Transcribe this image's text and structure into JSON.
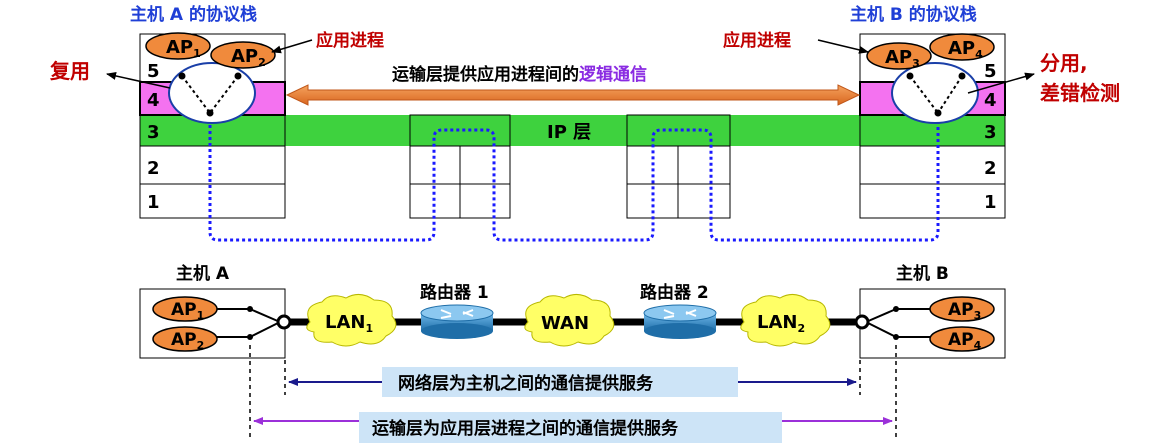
{
  "host_a": {
    "title": "主机 A 的协议栈",
    "short": "主机 A"
  },
  "host_b": {
    "title": "主机 B 的协议栈",
    "short": "主机 B"
  },
  "layers": {
    "l1": "1",
    "l2": "2",
    "l3": "3",
    "l4": "4",
    "l5": "5"
  },
  "ap": {
    "left_top": {
      "main": "AP",
      "sub": "1"
    },
    "left_bottom": {
      "main": "AP",
      "sub": "2"
    },
    "right_top": {
      "main": "AP",
      "sub": "3"
    },
    "right_bottom": {
      "main": "AP",
      "sub": "4"
    }
  },
  "labels": {
    "app_process_left": "应用进程",
    "app_process_right": "应用进程",
    "multiplex": "复用",
    "demux_line1": "分用,",
    "demux_line2": "差错检测",
    "logical_prefix": "运输层提供应用进程间的",
    "logical_highlight": "逻辑通信",
    "ip_layer": "IP 层"
  },
  "network": {
    "router1": "路由器 1",
    "router2": "路由器 2",
    "wan": "WAN",
    "lan1_main": "LAN",
    "lan1_sub": "1",
    "lan2_main": "LAN",
    "lan2_sub": "2"
  },
  "bottom": {
    "network_layer": "网络层为主机之间的通信提供服务",
    "transport_layer": "运输层为应用层进程之间的通信提供服务"
  },
  "colors": {
    "title_blue": "#1f3fd6",
    "red_label": "#c00000",
    "ip_green": "#3ed23e",
    "layer4_pink": "#f472f0",
    "ap_orange": "#f08a3c",
    "purple": "#8a2be2",
    "logical_arrow": "#e07a30",
    "dotted_blue": "#1a1aff",
    "cloud_yellow": "#ffff66",
    "router_blue": "#3a8fd0",
    "label_box": "#cde4f7"
  }
}
